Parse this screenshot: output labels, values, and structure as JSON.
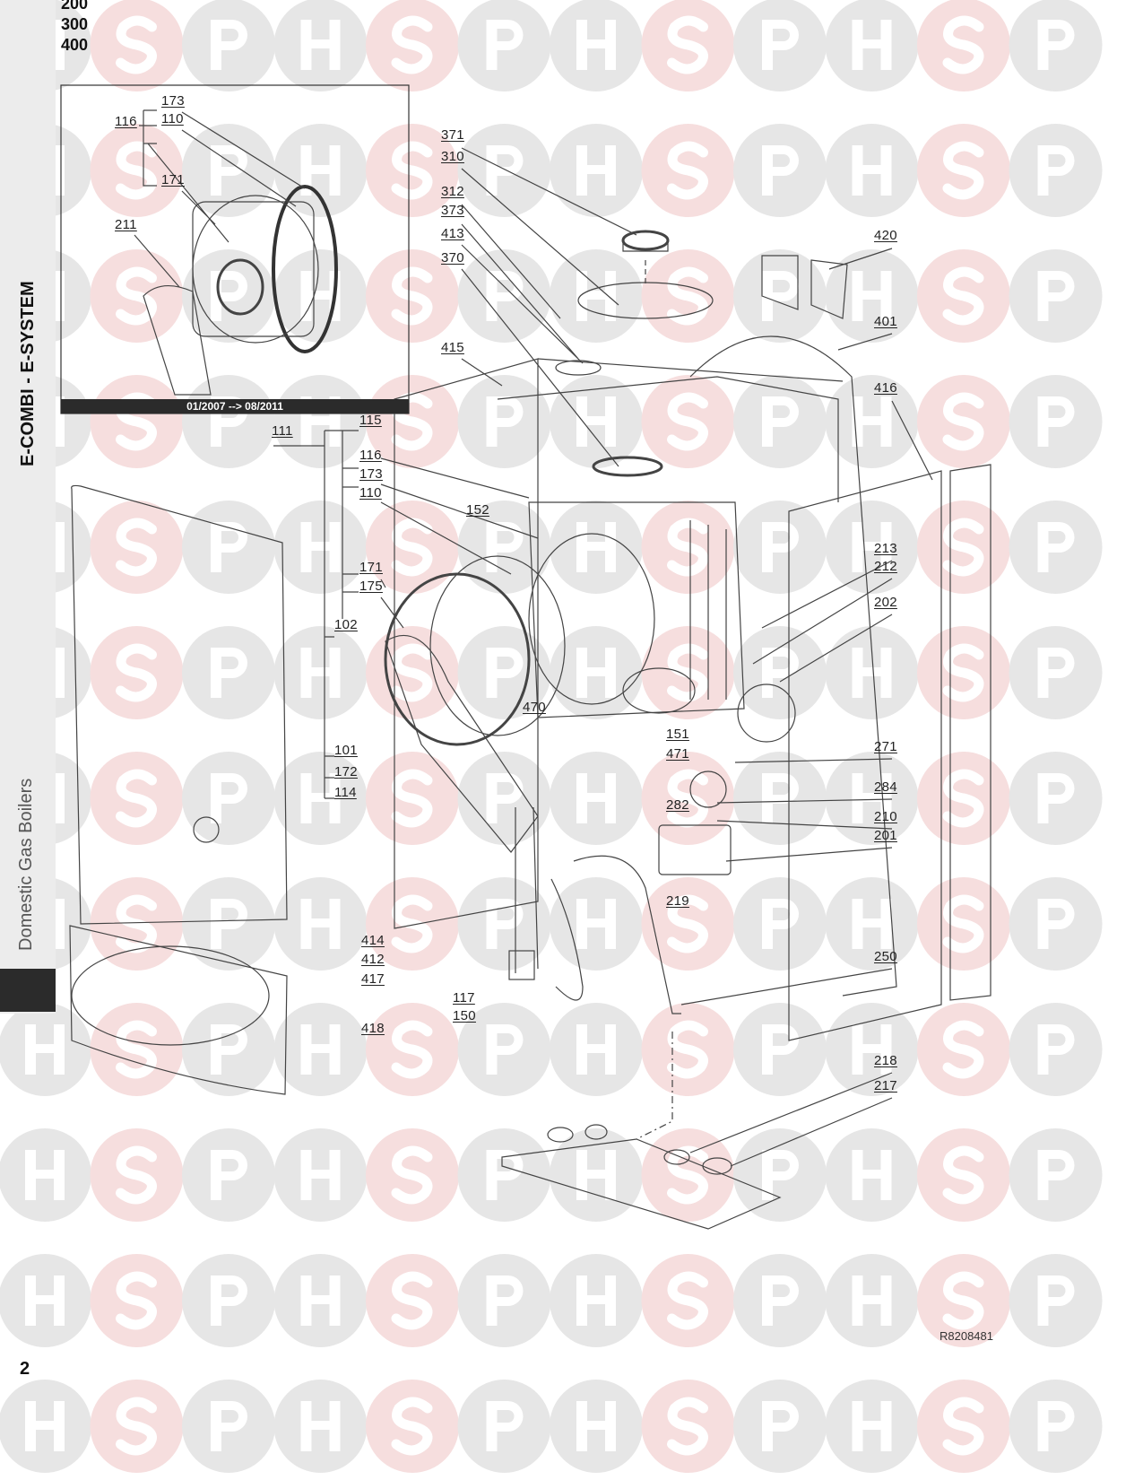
{
  "series_numbers": [
    "200",
    "300",
    "400"
  ],
  "side_title": "E-COMBI - E-SYSTEM",
  "side_subtitle": "Domestic Gas Boilers",
  "inset": {
    "date_range": "01/2007 --> 08/2011",
    "labels": [
      "173",
      "110",
      "116",
      "171",
      "211"
    ]
  },
  "labels": [
    "371",
    "310",
    "312",
    "373",
    "413",
    "370",
    "415",
    "420",
    "401",
    "416",
    "111",
    "115",
    "116",
    "173",
    "110",
    "152",
    "171",
    "175",
    "213",
    "212",
    "202",
    "102",
    "470",
    "151",
    "101",
    "471",
    "271",
    "172",
    "114",
    "284",
    "282",
    "210",
    "201",
    "219",
    "414",
    "412",
    "250",
    "417",
    "117",
    "150",
    "418",
    "218",
    "217"
  ],
  "reference_code": "R8208481",
  "page_number": "2",
  "watermark_letters": [
    "H",
    "S",
    "P"
  ],
  "colors": {
    "watermark_gray": "#e6e6e6",
    "watermark_pink": "#f6dede",
    "line": "#444444",
    "dark_bar": "#2b2b2b"
  }
}
